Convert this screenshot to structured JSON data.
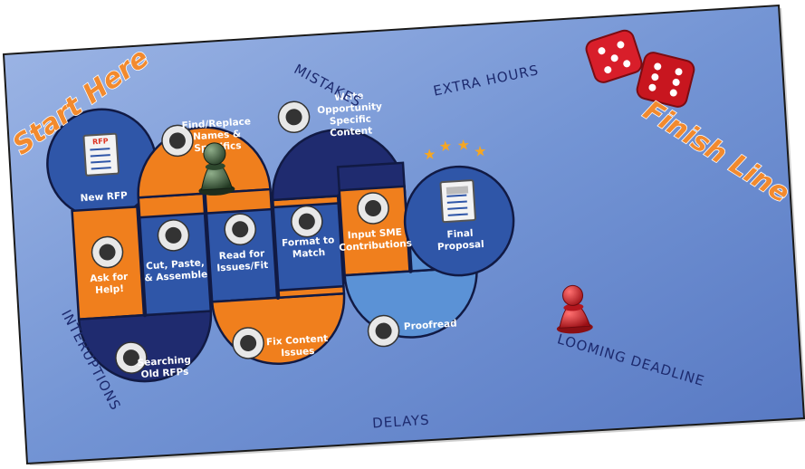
{
  "board": {
    "start_label": "Start Here",
    "finish_label": "Finish Line",
    "obstacles": {
      "interruptions": "INTERUPTIONS",
      "mistakes": "MISTAKES",
      "delays": "DELAYS",
      "extra_hours": "EXTRA HOURS",
      "looming_deadline": "LOOMING DEADLINE"
    },
    "steps": [
      {
        "lines": [
          "New RFP"
        ],
        "icon": "rfp-document-icon"
      },
      {
        "lines": [
          "Ask for",
          "Help!"
        ],
        "icon": "question-person-icon"
      },
      {
        "lines": [
          "Searching",
          "Old RFPs"
        ],
        "icon": "document-search-icon"
      },
      {
        "lines": [
          "Cut, Paste,",
          "& Assemble"
        ],
        "icon": "scissors-icon"
      },
      {
        "lines": [
          "Find/Replace",
          "Names &",
          "Specifics"
        ],
        "icon": "find-replace-icon"
      },
      {
        "lines": [
          "Read for",
          "Issues/Fit"
        ],
        "icon": "clipboard-icon"
      },
      {
        "lines": [
          "Fix Content",
          "Issues"
        ],
        "icon": "wrench-icon"
      },
      {
        "lines": [
          "Format to",
          "Match"
        ],
        "icon": "paintbrush-icon"
      },
      {
        "lines": [
          "Write",
          "Opportunity",
          "Specific",
          "Content"
        ],
        "icon": "writing-hand-icon"
      },
      {
        "lines": [
          "Input SME",
          "Contributions"
        ],
        "icon": "inbox-download-icon"
      },
      {
        "lines": [
          "Proofread"
        ],
        "icon": "glasses-icon"
      },
      {
        "lines": [
          "Final",
          "Proposal"
        ],
        "icon": "final-document-icon"
      }
    ],
    "rfp_icon_text": "RFP"
  },
  "colors": {
    "background": "#6f8fcf",
    "navy": "#1f2b6f",
    "blue": "#2f56a8",
    "orange": "#f07f1d",
    "light_blue": "#5b92d6",
    "path_outline": "#111a44",
    "title_orange": "#f28a2e",
    "pawn_green": "#3c5a3c",
    "pawn_red": "#d0202a",
    "dice_red": "#d81e2a"
  }
}
